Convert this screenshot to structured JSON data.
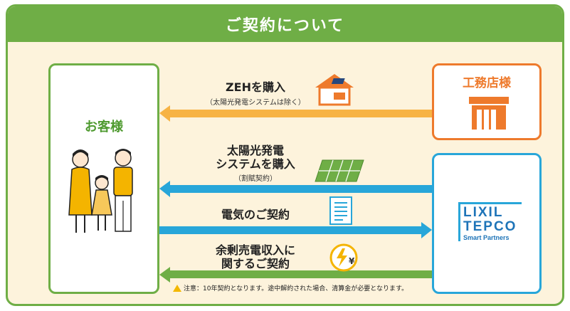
{
  "header": {
    "title": "ご契約について"
  },
  "customer": {
    "label": "お客様"
  },
  "koumuten": {
    "label": "工務店様"
  },
  "lixil": {
    "logo_line1": "LIXIL",
    "logo_line2": "TEPCO",
    "logo_sub": "Smart Partners"
  },
  "flows": {
    "zeh": {
      "line": "ZEHを購入",
      "sub": "（太陽光発電システムは除く）"
    },
    "solar": {
      "line1": "太陽光発電",
      "line2": "システムを購入",
      "sub": "（割賦契約）"
    },
    "electric": {
      "line": "電気のご契約"
    },
    "surplus": {
      "line1": "余剰売電収入に",
      "line2": "関するご契約"
    }
  },
  "notice": {
    "text": "注意：10年契約となります。途中解約された場合、清算金が必要となります。"
  },
  "colors": {
    "green": "#6fae46",
    "orange": "#ee7a2c",
    "yellow_arrow": "#f7b344",
    "blue": "#28a6d9",
    "bg": "#fdf3dc"
  }
}
